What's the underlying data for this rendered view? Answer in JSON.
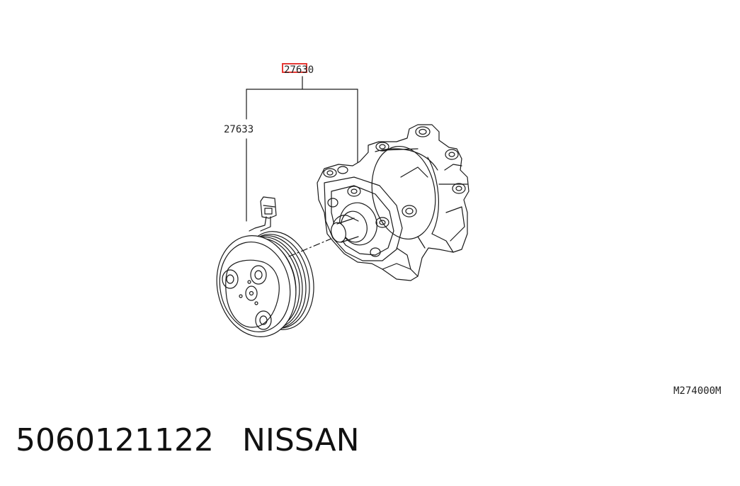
{
  "diagram": {
    "callouts": {
      "assembly": "27630",
      "clutch": "27633"
    },
    "highlight_color": "#e53935",
    "reference_code": "M274000M"
  },
  "footer": {
    "part_number": "5060121122",
    "brand": "NISSAN"
  }
}
